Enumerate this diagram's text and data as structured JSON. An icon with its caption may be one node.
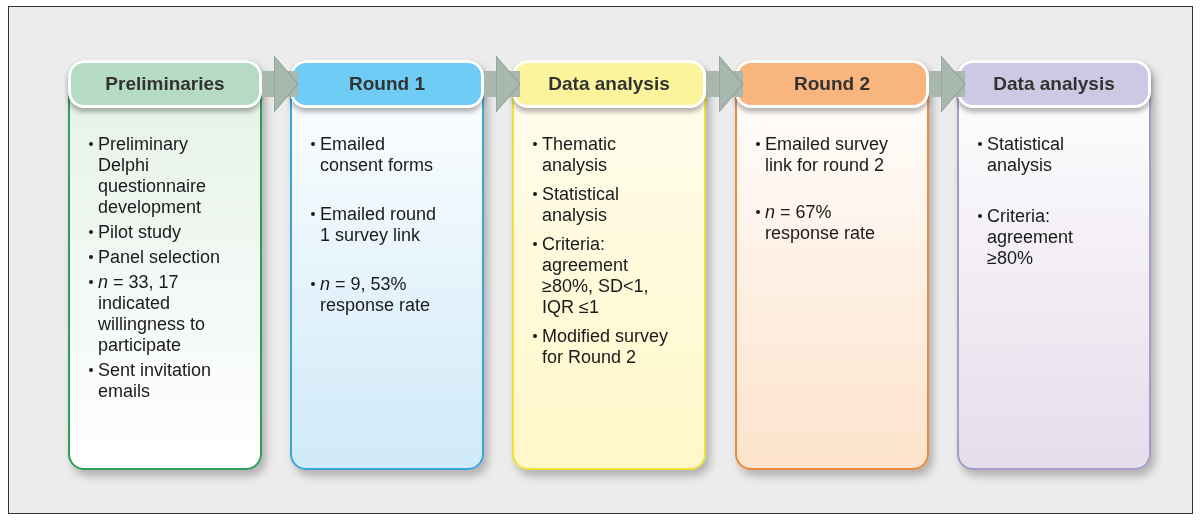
{
  "diagram": {
    "nodes": [
      {
        "text": [
          "Preliminaries",
          "Preliminary Delphi questionnaire development",
          "Pilot study",
          "Panel selection",
          "*n* = 33, 17 indicated willingness to participate",
          "Sent invitation emails"
        ]
      },
      {
        "text": [
          "Round 1",
          "Emailed consent forms",
          "Emailed round 1 survey link",
          "*n* = 9, 53% response rate"
        ]
      },
      {
        "text": [
          "Data analysis",
          "Thematic analysis",
          "Statistical analysis",
          "Criteria: agreement ≥80%, SD<1, IQR ≤1",
          "Modified survey for Round 2"
        ]
      },
      {
        "text": [
          "Round 2",
          "Emailed survey link for round 2",
          "*n* = 67% response rate"
        ]
      },
      {
        "text": [
          "Data analysis",
          "Statistical analysis",
          "Criteria: agreement ≥80%"
        ]
      }
    ],
    "edges": [
      {
        "from": 0,
        "to": 1,
        "arrow": "to"
      },
      {
        "from": 1,
        "to": 2,
        "arrow": "to"
      },
      {
        "from": 2,
        "to": 3,
        "arrow": "to"
      },
      {
        "from": 3,
        "to": 4,
        "arrow": "to"
      }
    ]
  }
}
